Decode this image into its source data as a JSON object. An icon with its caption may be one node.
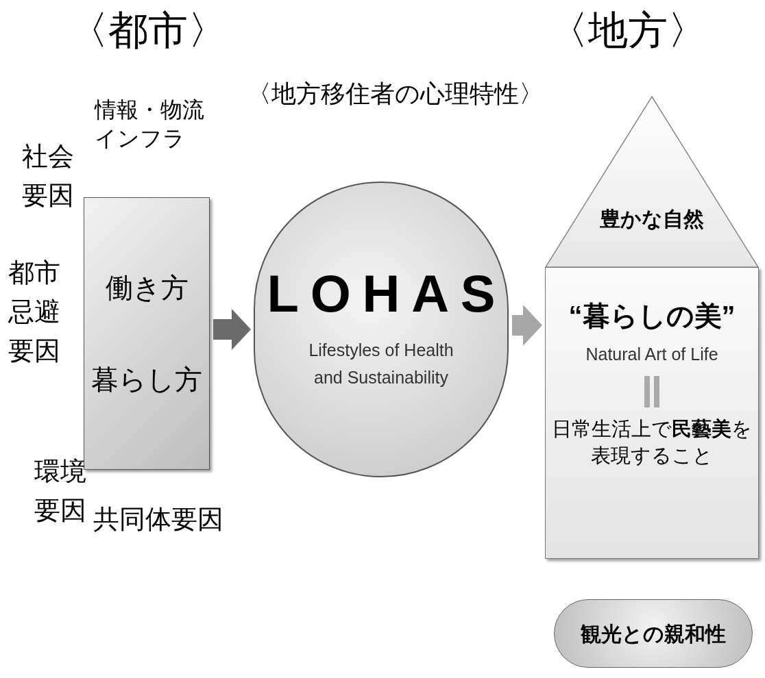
{
  "diagram": {
    "nodes": [
      {
        "text": [
          "働き方",
          "暮らし方"
        ]
      },
      {
        "text": [
          "LOHAS",
          "Lifestyles of Health and Sustainability"
        ]
      },
      {
        "text": [
          "豊かな自然"
        ]
      },
      {
        "text": [
          "“暮らしの美”",
          "Natural Art of Life",
          "日常生活上で**民藝美**を表現すること"
        ]
      },
      {
        "text": [
          "観光との親和性"
        ]
      }
    ],
    "edges": [
      {
        "from": 0,
        "to": 1,
        "arrow": "to"
      },
      {
        "from": 1,
        "to": 3,
        "arrow": "to",
        "color": "#a6a6a6"
      }
    ],
    "labels": [
      "〈都市〉",
      "情報・物流インフラ",
      "社会要因",
      "都市忌避要因",
      "環境要因",
      "共同体要因",
      "〈地方移住者の心理特性〉",
      "〈地方〉"
    ]
  }
}
